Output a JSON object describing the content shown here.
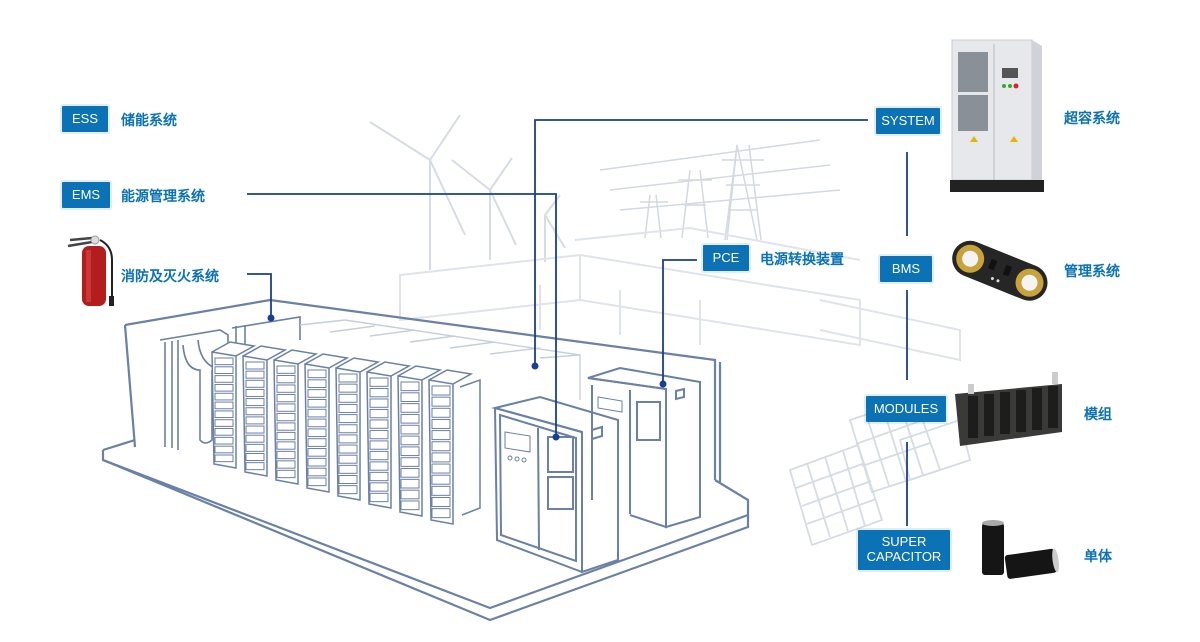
{
  "diagram": {
    "title": "Energy Storage System Overview",
    "left_labels": [
      {
        "tag": "ESS",
        "label": "储能系统"
      },
      {
        "tag": "EMS",
        "label": "能源管理系统"
      },
      {
        "tag": "",
        "label": "消防及灭火系统",
        "icon": "fire-extinguisher-icon"
      },
      {
        "tag": "PCE",
        "label": "电源转换装置"
      }
    ],
    "hierarchy": [
      {
        "tag": "SYSTEM",
        "label": "超容系统",
        "product": "cabinet"
      },
      {
        "tag": "BMS",
        "label": "管理系统",
        "product": "circuit-board"
      },
      {
        "tag": "MODULES",
        "label": "模组",
        "product": "capacitor-module"
      },
      {
        "tag_lines": [
          "SUPER",
          "CAPACITOR"
        ],
        "label": "单体",
        "product": "capacitor-cells"
      }
    ],
    "colors": {
      "tag_bg": "#0b72b5",
      "label_text": "#0b72b5",
      "connector": "#1a3e96",
      "drawing_line": "#6a80a6",
      "faint_line": "#d9dee6"
    }
  }
}
